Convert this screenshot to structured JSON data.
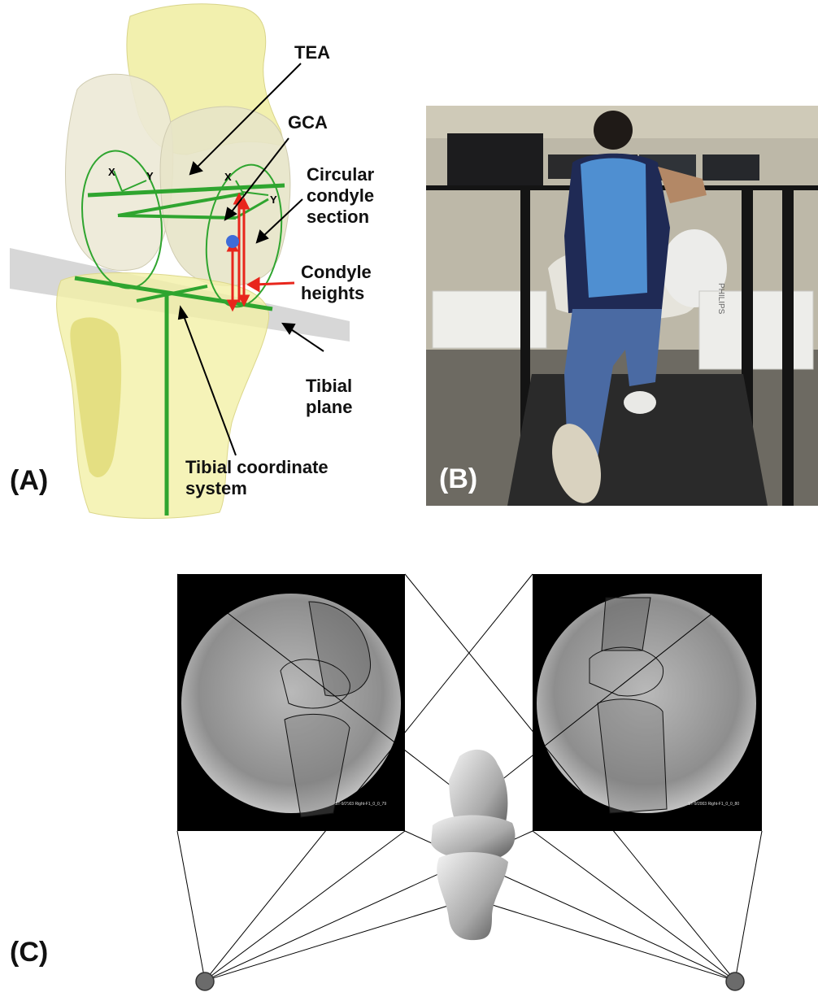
{
  "panel_a": {
    "tag": "(A)",
    "labels": {
      "tea": "TEA",
      "gca": "GCA",
      "circular_condyle_section": [
        "Circular",
        "condyle",
        "section"
      ],
      "condyle_heights": [
        "Condyle",
        "heights"
      ],
      "tibial_plane": [
        "Tibial",
        "plane"
      ],
      "tibial_coordinate_system": [
        "Tibial coordinate",
        "system"
      ],
      "axis_x_left": "X",
      "axis_y_left": "Y",
      "axis_x_right": "X",
      "axis_y_right": "Y"
    }
  },
  "panel_b": {
    "tag": "(B)",
    "equipment_brand": "PHILIPS"
  },
  "panel_c": {
    "tag": "(C)",
    "xray_left_caption": "ST-9/2003 Right-F1_0_0_79",
    "xray_right_caption": "ST-9/2003 Right-F1_0_0_80"
  },
  "colors": {
    "bone_fill": "#f2efa8",
    "axis_green": "#2fa52f",
    "arrow_red": "#e8261c",
    "plane_gray": "#c9c9c9",
    "source_gray": "#6b6b6b"
  }
}
